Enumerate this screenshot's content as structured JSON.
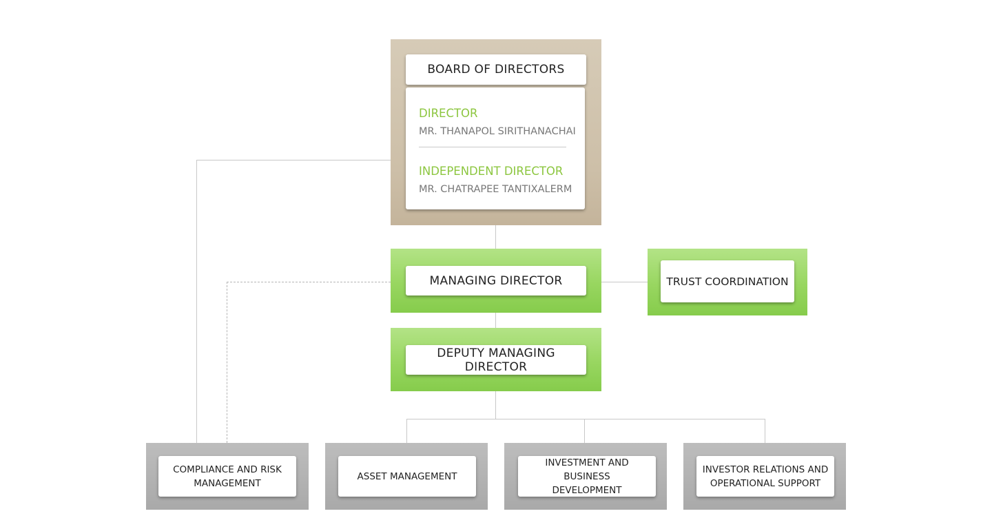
{
  "board": {
    "title": "BOARD OF DIRECTORS",
    "members": [
      {
        "role": "DIRECTOR",
        "name": "MR. THANAPOL SIRITHANACHAI"
      },
      {
        "role": "INDEPENDENT DIRECTOR",
        "name": "MR. CHATRAPEE TANTIXALERM"
      }
    ]
  },
  "managing_director": {
    "title": "MANAGING DIRECTOR"
  },
  "trust_coordination": {
    "title": "TRUST COORDINATION"
  },
  "deputy_managing_director": {
    "title": "DEPUTY MANAGING DIRECTOR"
  },
  "departments": [
    {
      "line1": "COMPLIANCE AND RISK",
      "line2": "MANAGEMENT"
    },
    {
      "line1": "ASSET MANAGEMENT",
      "line2": ""
    },
    {
      "line1": "INVESTMENT AND BUSINESS",
      "line2": "DEVELOPMENT"
    },
    {
      "line1": "INVESTOR RELATIONS AND",
      "line2": "OPERATIONAL SUPPORT"
    }
  ],
  "colors": {
    "role_text": "#8cc63f",
    "board_frame": "#cdbfa8",
    "executive_frame": "#98d660",
    "department_frame": "#a9a9a9",
    "connector": "#c8c8c8"
  }
}
